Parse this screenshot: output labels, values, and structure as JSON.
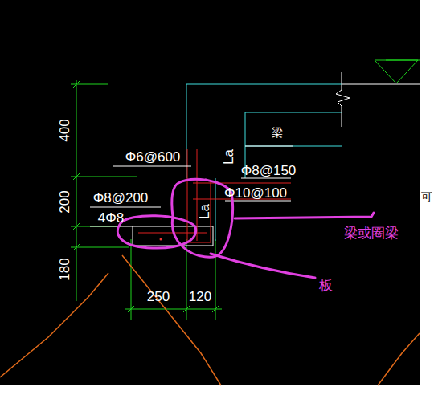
{
  "diagram": {
    "labels": [
      "400",
      "200",
      "180",
      "Φ6@600",
      "La",
      "Φ8@150",
      "梁",
      "Φ8@200",
      "Φ10@100",
      "4Φ8",
      "La",
      "250",
      "120",
      "可",
      "梁或圈梁",
      "板"
    ]
  }
}
